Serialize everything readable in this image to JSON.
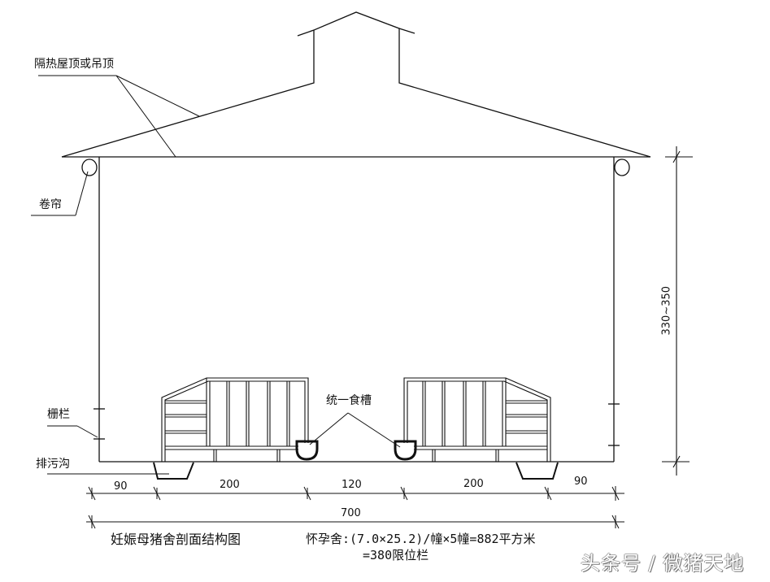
{
  "title": "妊娠母猪舍剖面结构图",
  "formula": {
    "line1": "怀孕舍:(7.0×25.2)/幢×5幢=882平方米",
    "line2": "=380限位栏"
  },
  "labels": {
    "roof": "隔热屋顶或吊顶",
    "curtain": "卷帘",
    "fence": "栅栏",
    "drain": "排污沟",
    "trough": "统一食槽"
  },
  "dimensions": {
    "horizontal": [
      "90",
      "200",
      "120",
      "200",
      "90"
    ],
    "total": "700",
    "height": "330~350"
  },
  "watermark": "头条号 / 微猪天地",
  "colors": {
    "line": "#111111",
    "background": "#ffffff"
  }
}
